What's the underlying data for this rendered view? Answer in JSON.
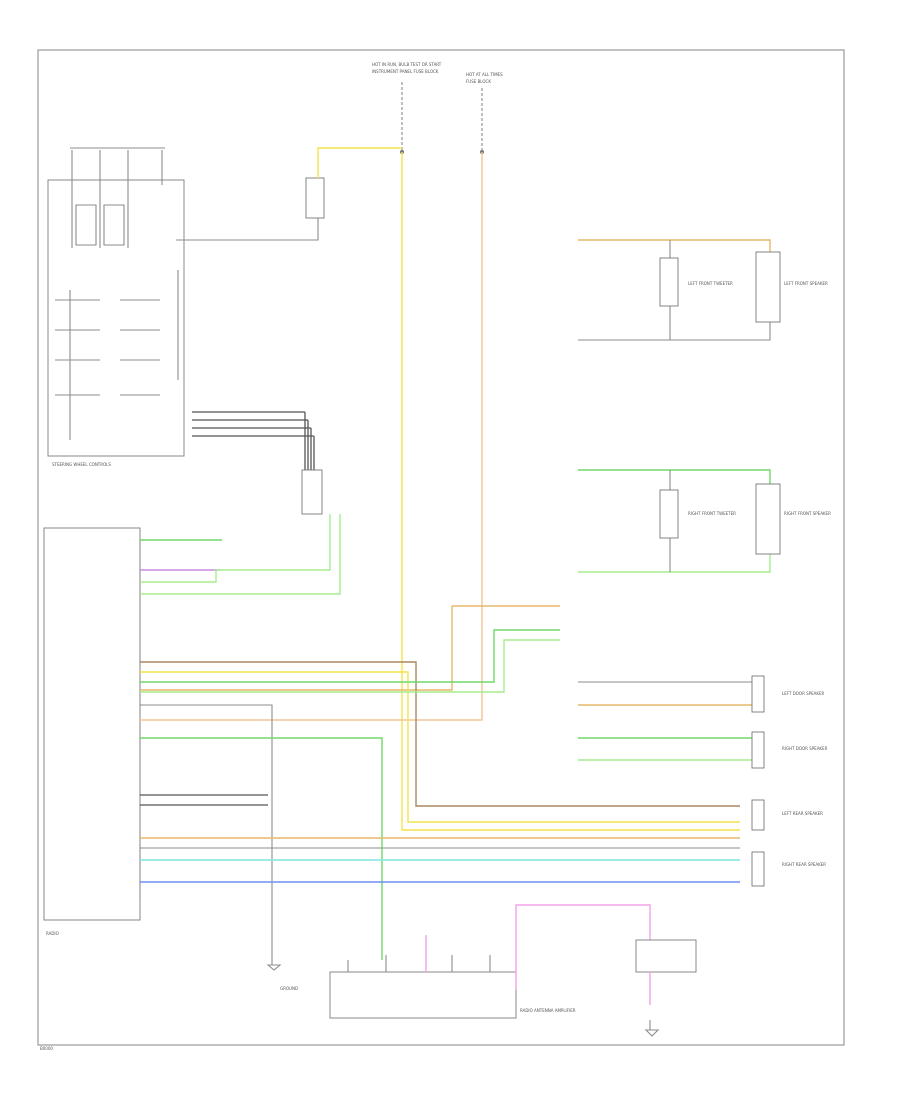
{
  "colors": {
    "frame": "#9a9a9a",
    "yellow": "#f4e44a",
    "tan": "#e6b96a",
    "orange": "#f2c495",
    "green": "#6fd86a",
    "light_green": "#a5ec8f",
    "cyan": "#7fe6df",
    "blue": "#6f8ff0",
    "pink": "#f3a2e8",
    "gray": "#8c8c8c"
  },
  "labels": {
    "top_fuse_1": "HOT IN RUN, BULB TEST OR START",
    "top_fuse_1b": "INSTRUMENT PANEL FUSE BLOCK",
    "top_fuse_2": "HOT AT ALL TIMES",
    "top_fuse_2b": "FUSE BLOCK",
    "steering_controls": "STEERING WHEEL CONTROLS",
    "radio": "RADIO",
    "front_left_tweeter": "LEFT FRONT TWEETER",
    "front_left_speaker": "LEFT FRONT SPEAKER",
    "front_right_tweeter": "RIGHT FRONT TWEETER",
    "front_right_speaker": "RIGHT FRONT SPEAKER",
    "left_rear_speaker": "LEFT REAR SPEAKER",
    "right_rear_speaker": "RIGHT REAR SPEAKER",
    "left_door_speaker": "LEFT DOOR SPEAKER",
    "right_door_speaker": "RIGHT DOOR SPEAKER",
    "amp_module": "RADIO ANTENNA AMPLIFIER",
    "ground": "GROUND",
    "diagram_id": "B0000"
  }
}
